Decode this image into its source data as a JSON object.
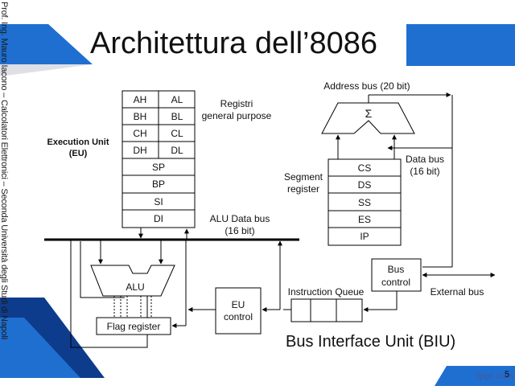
{
  "slide": {
    "title": "Architettura dell’8086",
    "side_text": "Prof. Ing. Mauro Iacono – Calcolatori Elettronici – Seconda Università degli Studi di Napoli",
    "page_number": "5",
    "brand": "fppt.com"
  },
  "diagram": {
    "registers": {
      "pairs": [
        [
          "AH",
          "AL"
        ],
        [
          "BH",
          "BL"
        ],
        [
          "CH",
          "CL"
        ],
        [
          "DH",
          "DL"
        ]
      ],
      "singles": [
        "SP",
        "BP",
        "SI",
        "DI"
      ],
      "gp_label_1": "Registri",
      "gp_label_2": "general purpose"
    },
    "eu_label_1": "Execution Unit",
    "eu_label_2": "(EU)",
    "alu_bus_label_1": "ALU Data bus",
    "alu_bus_label_2": "(16 bit)",
    "alu_label": "ALU",
    "flag_register_label": "Flag register",
    "eu_control_label_1": "EU",
    "eu_control_label_2": "control",
    "address_bus_label": "Address bus (20 bit)",
    "sigma_label": "Σ",
    "data_bus_label_1": "Data bus",
    "data_bus_label_2": "(16 bit)",
    "segment_label_1": "Segment",
    "segment_label_2": "register",
    "segment_registers": [
      "CS",
      "DS",
      "SS",
      "ES",
      "IP"
    ],
    "bus_control_label_1": "Bus",
    "bus_control_label_2": "control",
    "external_bus_label": "External bus",
    "instruction_queue_label": "Instruction Queue",
    "biu_label": "Bus Interface Unit (BIU)"
  },
  "colors": {
    "accent_blue": "#1f6fd1",
    "dark_blue": "#0e3c8c",
    "accent_gray": "#c8ccd4"
  }
}
